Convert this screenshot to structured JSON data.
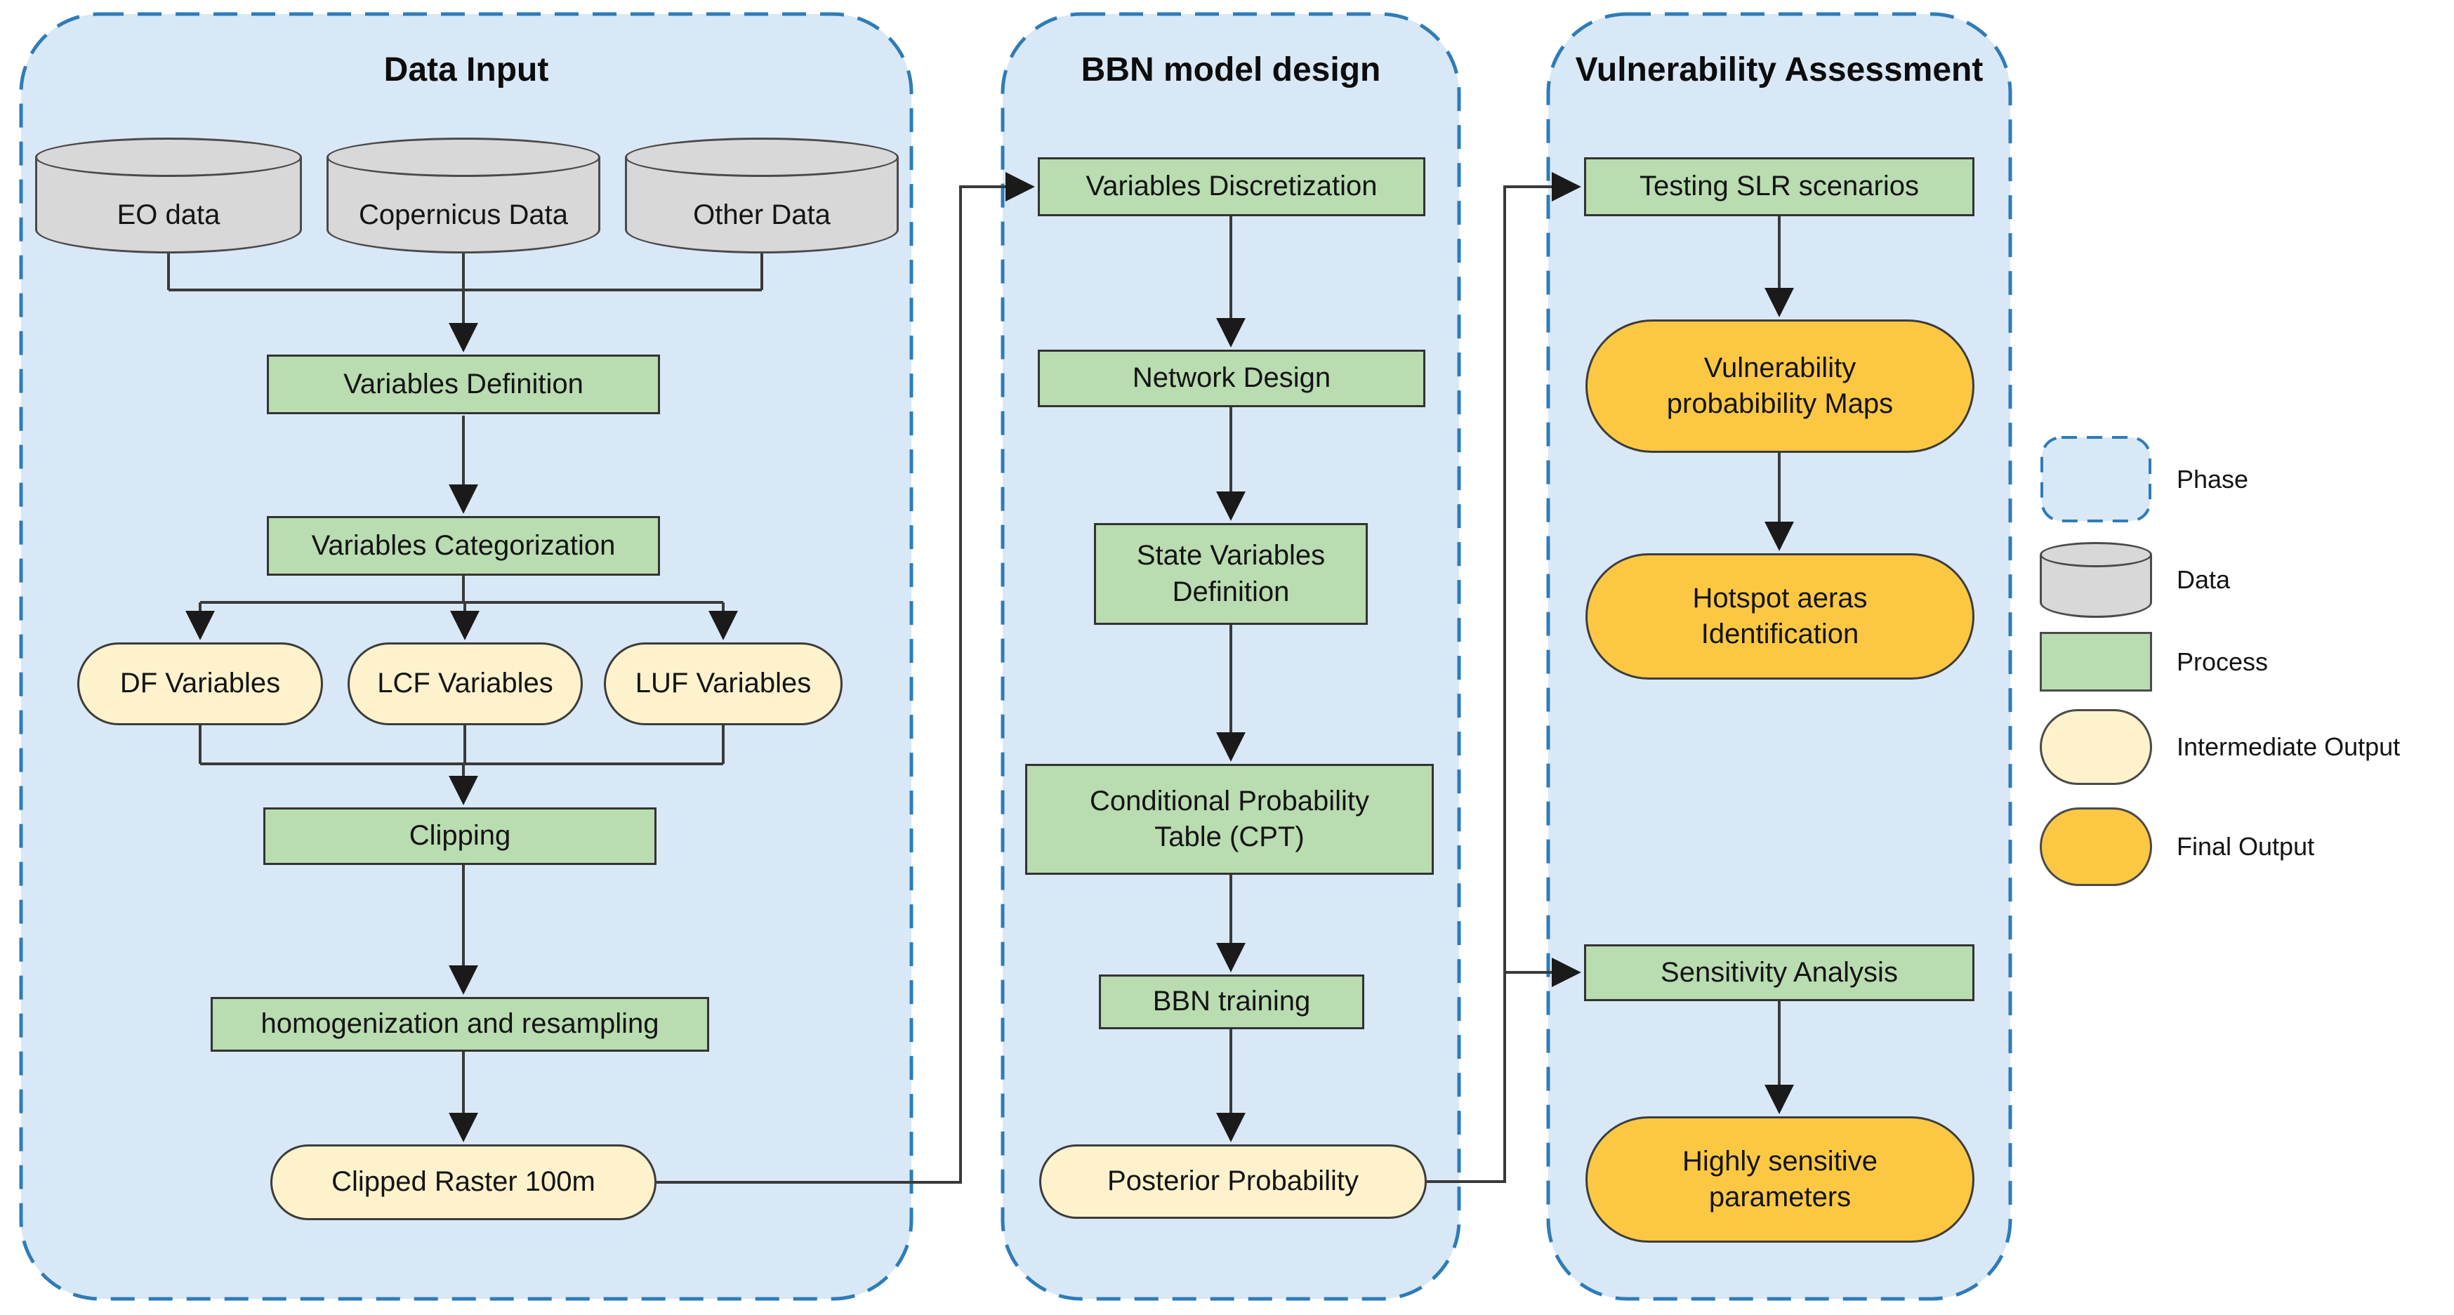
{
  "phases": {
    "data_input": "Data Input",
    "bbn": "BBN model design",
    "va": "Vulnerability Assessment"
  },
  "nodes": {
    "eo_data": "EO data",
    "copernicus_data": "Copernicus Data",
    "other_data": "Other Data",
    "variables_definition": "Variables Definition",
    "variables_categorization": "Variables Categorization",
    "df_variables": "DF Variables",
    "lcf_variables": "LCF Variables",
    "luf_variables": "LUF Variables",
    "clipping": "Clipping",
    "homogenization": "homogenization and resampling",
    "clipped_raster": "Clipped Raster 100m",
    "variables_discretization": "Variables Discretization",
    "network_design": "Network Design",
    "state_variables": "State Variables\nDefinition",
    "cpt": "Conditional Probability\nTable (CPT)",
    "bbn_training": "BBN training",
    "posterior_probability": "Posterior Probability",
    "testing_slr": "Testing SLR scenarios",
    "vulnerability_maps": "Vulnerability\nprobabibility Maps",
    "hotspot_areas": "Hotspot aeras\nIdentification",
    "sensitivity_analysis": "Sensitivity Analysis",
    "highly_sensitive": "Highly sensitive\nparameters"
  },
  "legend": {
    "phase": "Phase",
    "data": "Data",
    "process": "Process",
    "intermediate": "Intermediate Output",
    "final": "Final Output"
  },
  "colors": {
    "phase_fill": "#d9e8f6",
    "phase_border": "#2e7cb8",
    "process_fill": "#b9dcb0",
    "intermediate_fill": "#fdf2cc",
    "final_fill": "#fcc843",
    "data_fill": "#d8d8d8",
    "line": "#3a3a3a"
  }
}
